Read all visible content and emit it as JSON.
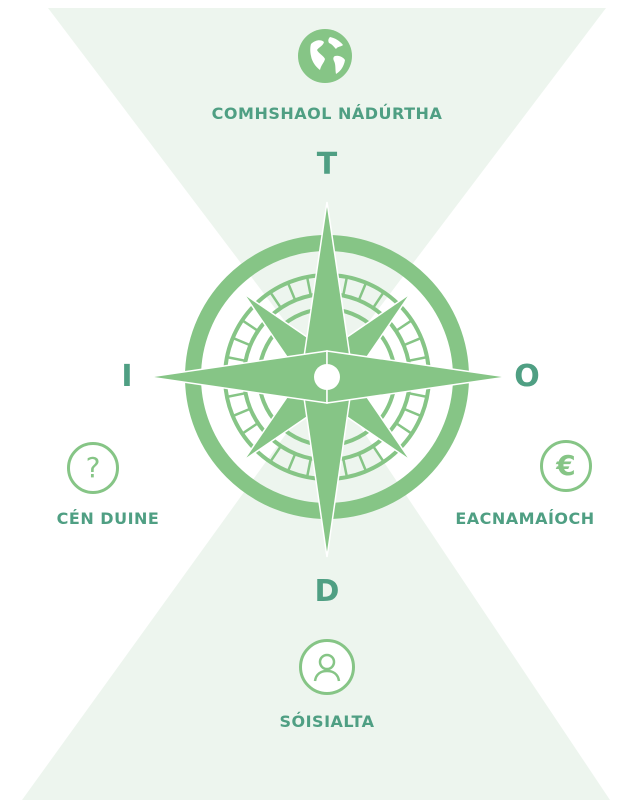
{
  "labels": {
    "top": "COMHSHAOL NÁDÚRTHA",
    "bottom": "SÓISIALTA",
    "left": "CÉN DUINE",
    "right": "EACNAMAÍOCH"
  },
  "directions": {
    "north": "T",
    "south": "D",
    "west": "I",
    "east": "O"
  },
  "icons": {
    "top": "globe-icon",
    "bottom": "person-icon",
    "left": "question-icon",
    "right": "euro-icon"
  },
  "icon_glyphs": {
    "left": "?",
    "right": "€"
  },
  "colors": {
    "background_triangles": "#edf5ee",
    "compass_green": "#86c586",
    "text_green": "#4f9f83"
  }
}
